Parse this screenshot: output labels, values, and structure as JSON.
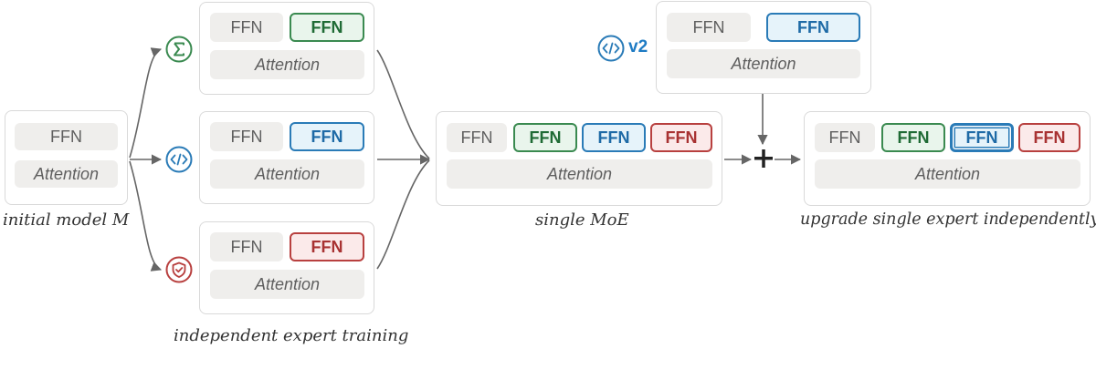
{
  "labels": {
    "ffn": "FFN",
    "attention": "Attention"
  },
  "captions": {
    "initial": "initial model M",
    "independent": "independent expert training",
    "single_moe": "single MoE",
    "upgrade": "upgrade single expert independently"
  },
  "badges": {
    "version": "v2"
  },
  "icons": {
    "math": "sigma-icon",
    "code": "code-icon",
    "safety": "shield-check-icon"
  },
  "colors": {
    "green": "#3a8a50",
    "blue": "#2a7bb7",
    "red": "#b8403f",
    "gray": "#efeeec"
  }
}
